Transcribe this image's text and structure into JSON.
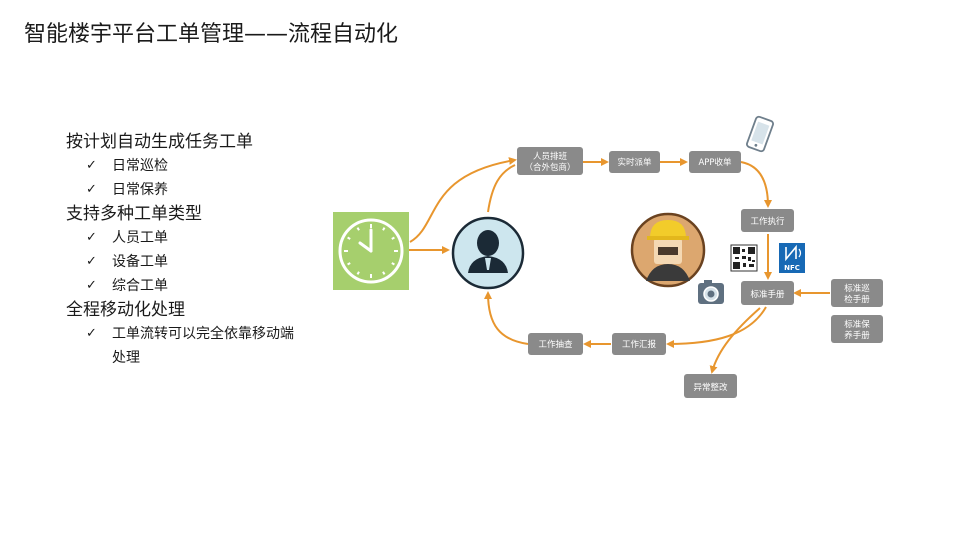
{
  "title": "智能楼宇平台工单管理——流程自动化",
  "sections": [
    {
      "heading": "按计划自动生成任务工单",
      "items": [
        "日常巡检",
        "日常保养"
      ]
    },
    {
      "heading": "支持多种工单类型",
      "items": [
        "人员工单",
        "设备工单",
        "综合工单"
      ]
    },
    {
      "heading": "全程移动化处理",
      "items": [
        "工单流转可以完全依靠移动端处理"
      ]
    }
  ],
  "check_mark": "✓",
  "nodes": {
    "schedule_l1": "人员排班",
    "schedule_l2": "（合外包商）",
    "dispatch": "实时派单",
    "app_receive": "APP收单",
    "execute": "工作执行",
    "manual": "标准手册",
    "inspect_std_l1": "标准巡",
    "inspect_std_l2": "检手册",
    "maint_std_l1": "标准保",
    "maint_std_l2": "养手册",
    "report": "工作汇报",
    "review": "工作抽查",
    "exception": "异常整改"
  },
  "nfc_label": "NFC",
  "colors": {
    "flow": "#e8962e",
    "node": "#8a8a8a",
    "clock_bg": "#a6cf6d",
    "avatar_bg": "#cde6ee",
    "worker_bg": "#dca76f",
    "nfc_blue": "#1769b5"
  },
  "icons": [
    "clock-icon",
    "manager-avatar-icon",
    "worker-avatar-icon",
    "phone-icon",
    "qr-code-icon",
    "nfc-icon",
    "camera-icon"
  ]
}
